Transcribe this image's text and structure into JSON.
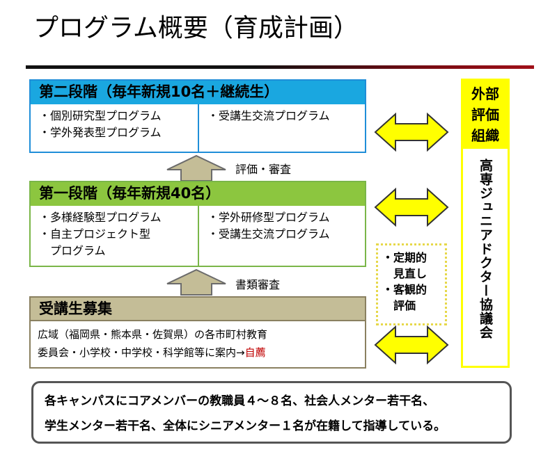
{
  "title": "プログラム概要（育成計画）",
  "stage2": {
    "header": "第二段階（毎年新規10名＋継続生）",
    "left_items": [
      "・個別研究型プログラム",
      "・学外発表型プログラム"
    ],
    "right_items": [
      "・受講生交流プログラム"
    ]
  },
  "arrow_upper_label": "評価・審査",
  "stage1": {
    "header": "第一段階（毎年新規40名）",
    "left_items": [
      "・多様経験型プログラム",
      "・自主プロジェクト型",
      "　プログラム"
    ],
    "right_items": [
      "・学外研修型プログラム",
      "・受講生交流プログラム"
    ]
  },
  "arrow_lower_label": "書類審査",
  "recruit": {
    "header": "受講生募集",
    "line1": "広域（福岡県・熊本県・佐賀県）の各市町村教育",
    "line2_prefix": "委員会・小学校・中学校・科学館等に案内→",
    "line2_highlight": "自薦"
  },
  "external": {
    "header_lines": [
      "外部",
      "評価",
      "組織"
    ],
    "body": "高専ジュニアドクター協議会"
  },
  "review_note": [
    "・定期的",
    "　見直し",
    "・客観的",
    "　評価"
  ],
  "footer": {
    "line1": "各キャンパスにコアメンバーの教職員４～８名、社会人メンター若干名、",
    "line2": "学生メンター若干名、全体にシニアメンター１名が在籍して指導している。"
  },
  "colors": {
    "stage2_header": "#1aa7e0",
    "stage2_border": "#1f8ed8",
    "stage1_header": "#8cc63f",
    "stage1_border": "#7ab648",
    "recruit_header": "#c4bd97",
    "recruit_border": "#8a8060",
    "up_arrow": "#c4bd97",
    "double_arrow": "#ffff00",
    "external_fill": "#ffff00",
    "highlight_text": "#c00000"
  }
}
